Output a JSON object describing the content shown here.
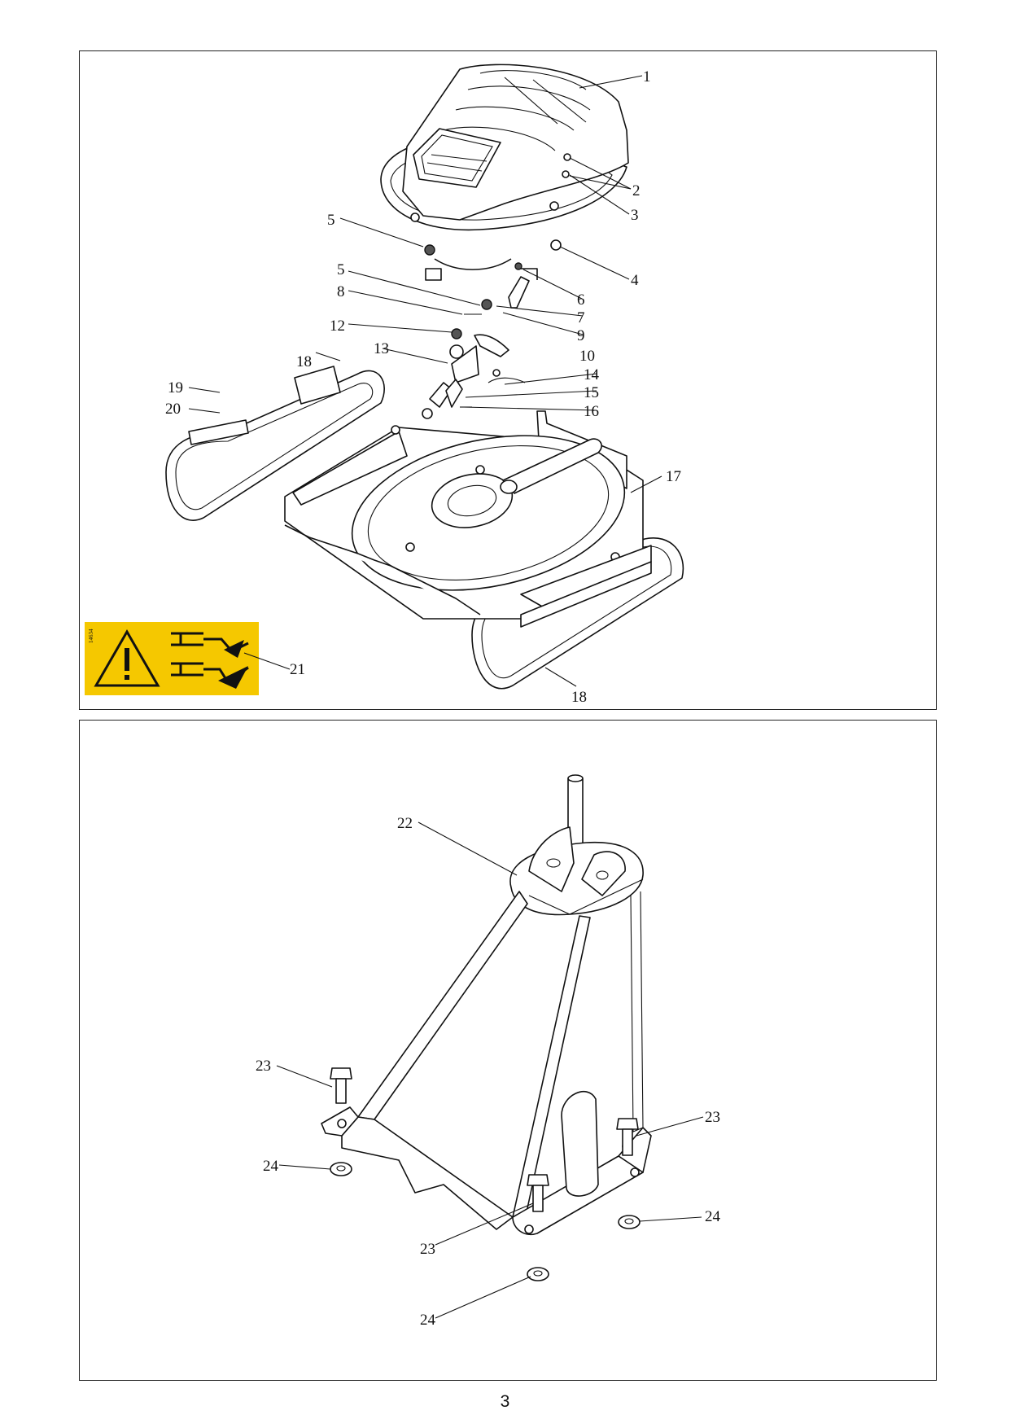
{
  "top_panel": {
    "callouts": [
      "1",
      "2",
      "3",
      "4",
      "5",
      "5",
      "6",
      "7",
      "8",
      "9",
      "12",
      "10",
      "13",
      "14",
      "18",
      "15",
      "19",
      "16",
      "20",
      "17",
      "21",
      "18"
    ],
    "warning_label": {
      "code": "14634",
      "background": "#f5c800"
    }
  },
  "bottom_panel": {
    "callouts": [
      "22",
      "23",
      "23",
      "24",
      "24",
      "23",
      "24"
    ]
  },
  "page_number": "3"
}
